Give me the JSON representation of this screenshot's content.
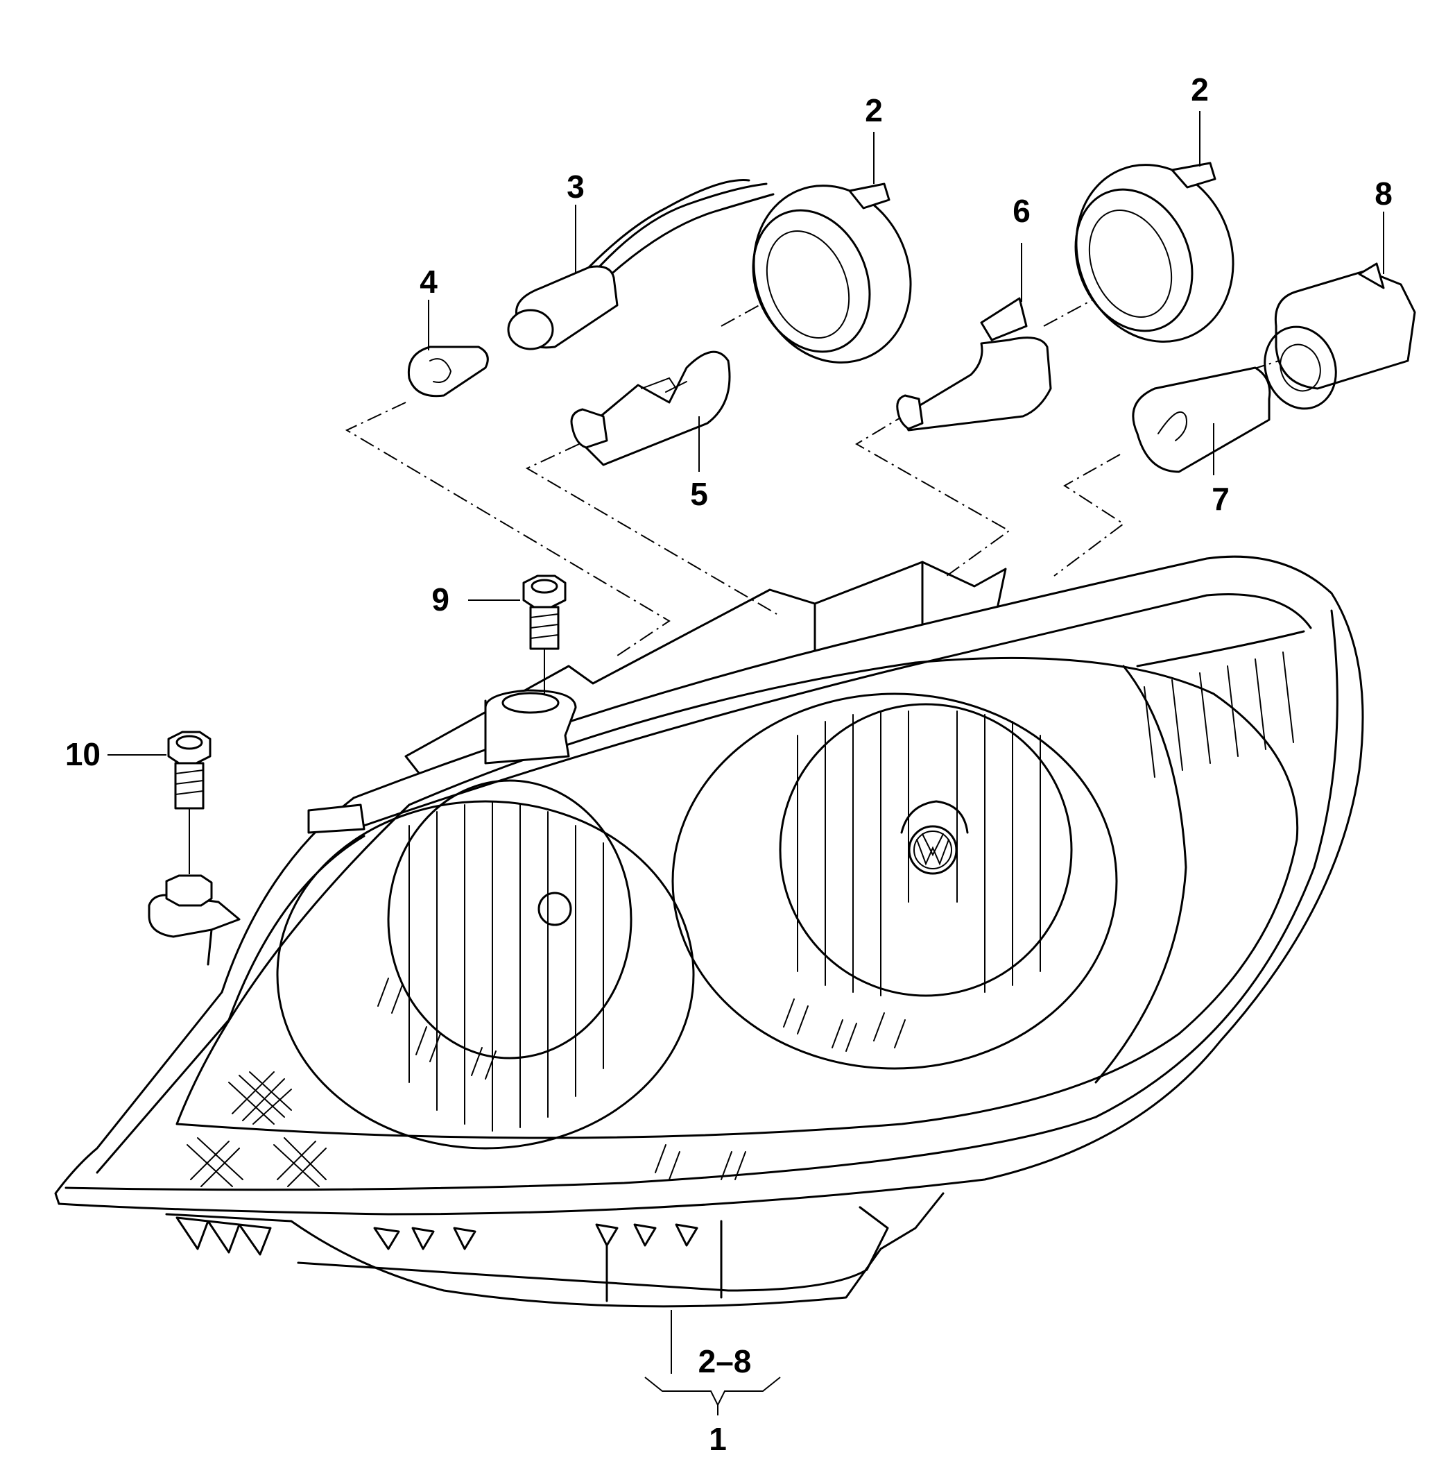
{
  "callouts": {
    "c1": "1",
    "c2a": "2",
    "c2b": "2",
    "c3": "3",
    "c4": "4",
    "c5": "5",
    "c6": "6",
    "c7": "7",
    "c8": "8",
    "c9": "9",
    "c10": "10",
    "range": "2–8"
  },
  "parts": [
    {
      "id": "headlight-assembly",
      "callout": "1"
    },
    {
      "id": "bulb-cap",
      "callout": "2"
    },
    {
      "id": "bulb-holder-wiring",
      "callout": "3"
    },
    {
      "id": "wedge-bulb",
      "callout": "4"
    },
    {
      "id": "h1-bulb",
      "callout": "5"
    },
    {
      "id": "h7-bulb",
      "callout": "6"
    },
    {
      "id": "indicator-bulb",
      "callout": "7"
    },
    {
      "id": "indicator-bulb-socket",
      "callout": "8"
    },
    {
      "id": "hex-bolt-upper",
      "callout": "9"
    },
    {
      "id": "hex-bolt-lower",
      "callout": "10"
    }
  ],
  "colors": {
    "line": "#000000",
    "background": "#ffffff"
  }
}
